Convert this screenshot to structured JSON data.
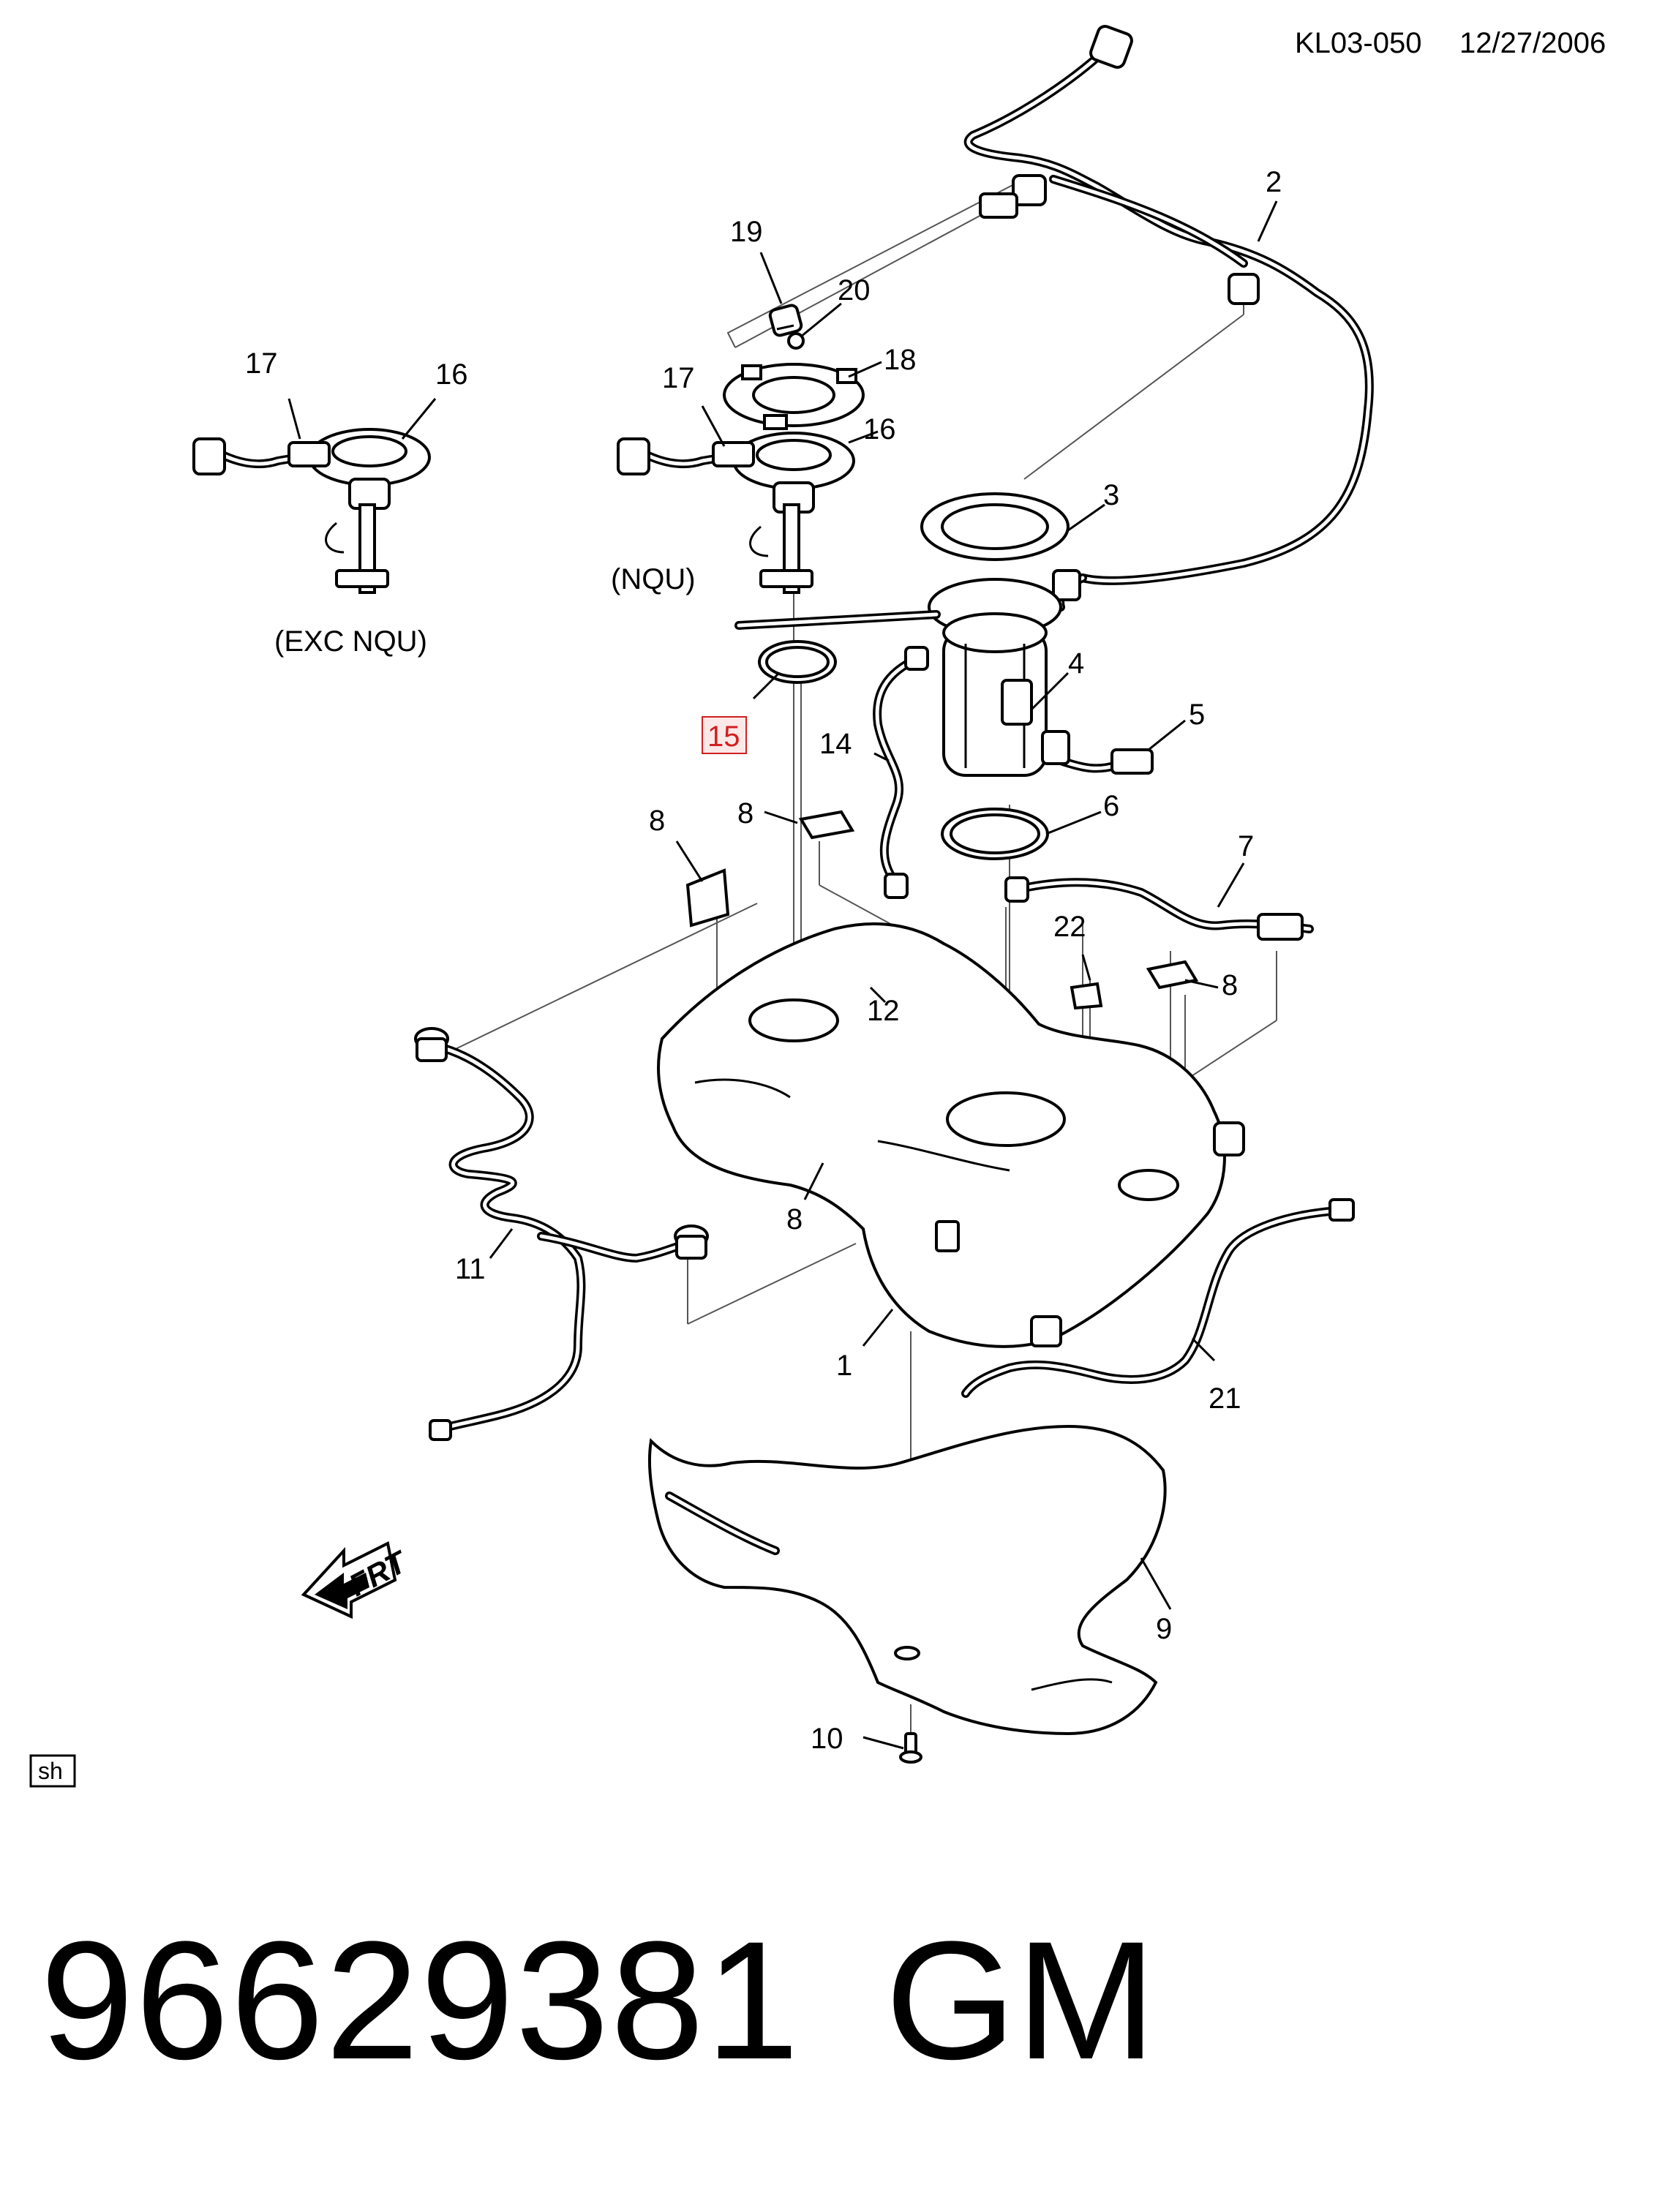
{
  "header": {
    "ref_code": "KL03-050",
    "date": "12/27/2006"
  },
  "callouts": {
    "c1": "1",
    "c2": "2",
    "c3": "3",
    "c4": "4",
    "c5": "5",
    "c6": "6",
    "c7": "7",
    "c8a": "8",
    "c8b": "8",
    "c8c": "8",
    "c8d": "8",
    "c9": "9",
    "c10": "10",
    "c11": "11",
    "c12": "12",
    "c14": "14",
    "c15": "15",
    "c16a": "16",
    "c16b": "16",
    "c17a": "17",
    "c17b": "17",
    "c18": "18",
    "c19": "19",
    "c20": "20",
    "c21": "21",
    "c22": "22"
  },
  "variants": {
    "nqu": "(NQU)",
    "exc_nqu": "(EXC NQU)"
  },
  "direction": {
    "front": "FRT"
  },
  "legend": {
    "sheet": "sh"
  },
  "part": {
    "number": "96629381",
    "brand": "GM"
  },
  "colors": {
    "highlight": "#d02020"
  }
}
